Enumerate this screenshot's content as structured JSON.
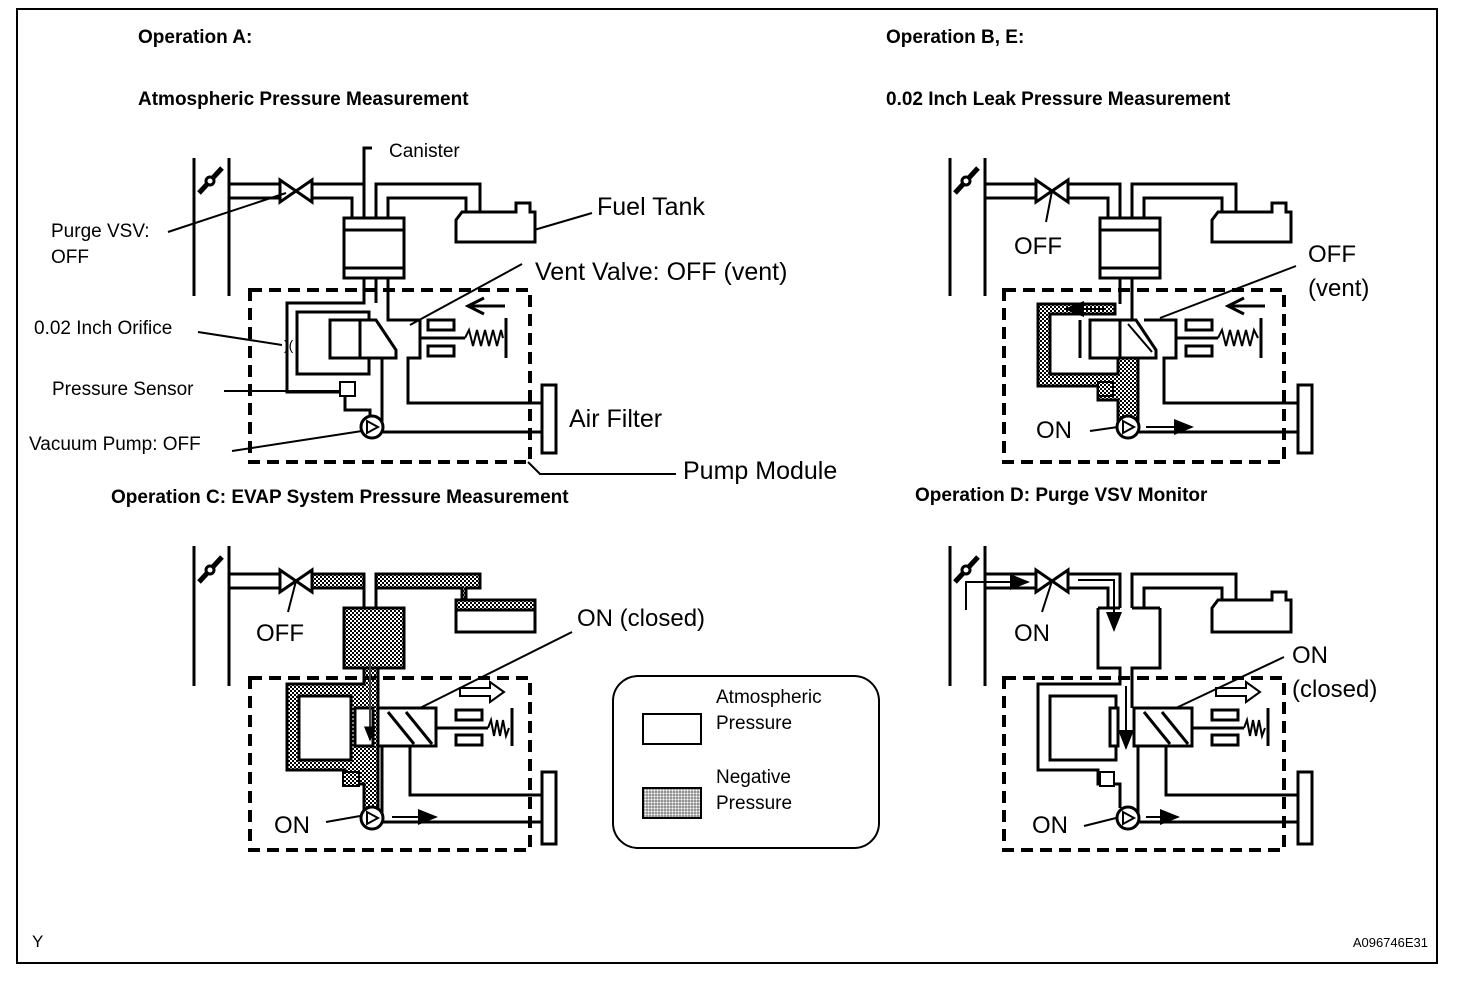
{
  "panels": {
    "a": {
      "title": "Operation A:",
      "subtitle": "Atmospheric Pressure Measurement",
      "labels": {
        "canister": "Canister",
        "fuel_tank": "Fuel Tank",
        "purge_vsv": "Purge VSV:",
        "purge_vsv_state": "OFF",
        "vent_valve": "Vent Valve: OFF (vent)",
        "orifice": "0.02 Inch Orifice",
        "pressure_sensor": "Pressure Sensor",
        "vacuum_pump": "Vacuum Pump: OFF",
        "air_filter": "Air Filter",
        "pump_module": "Pump Module"
      }
    },
    "b": {
      "title": "Operation B, E:",
      "subtitle": "0.02 Inch Leak Pressure Measurement",
      "labels": {
        "purge_vsv_state": "OFF",
        "vent_valve_state": "OFF",
        "vent_valve_mode": "(vent)",
        "pump_state": "ON"
      }
    },
    "c": {
      "title": "Operation C: EVAP System Pressure Measurement",
      "labels": {
        "purge_vsv_state": "OFF",
        "vent_valve_state": "ON (closed)",
        "pump_state": "ON"
      }
    },
    "d": {
      "title": "Operation D: Purge VSV Monitor",
      "labels": {
        "purge_vsv_state": "ON",
        "vent_valve_state": "ON",
        "vent_valve_mode": "(closed)",
        "pump_state": "ON"
      }
    }
  },
  "legend": {
    "items": [
      {
        "label_line1": "Atmospheric",
        "label_line2": "Pressure",
        "fill": "white"
      },
      {
        "label_line1": "Negative",
        "label_line2": "Pressure",
        "fill": "stipple"
      }
    ]
  },
  "footer": {
    "page_mark": "Y",
    "figure_code": "A096746E31"
  },
  "colors": {
    "line": "#000000",
    "background": "#ffffff",
    "negative_pressure": "#888888"
  }
}
